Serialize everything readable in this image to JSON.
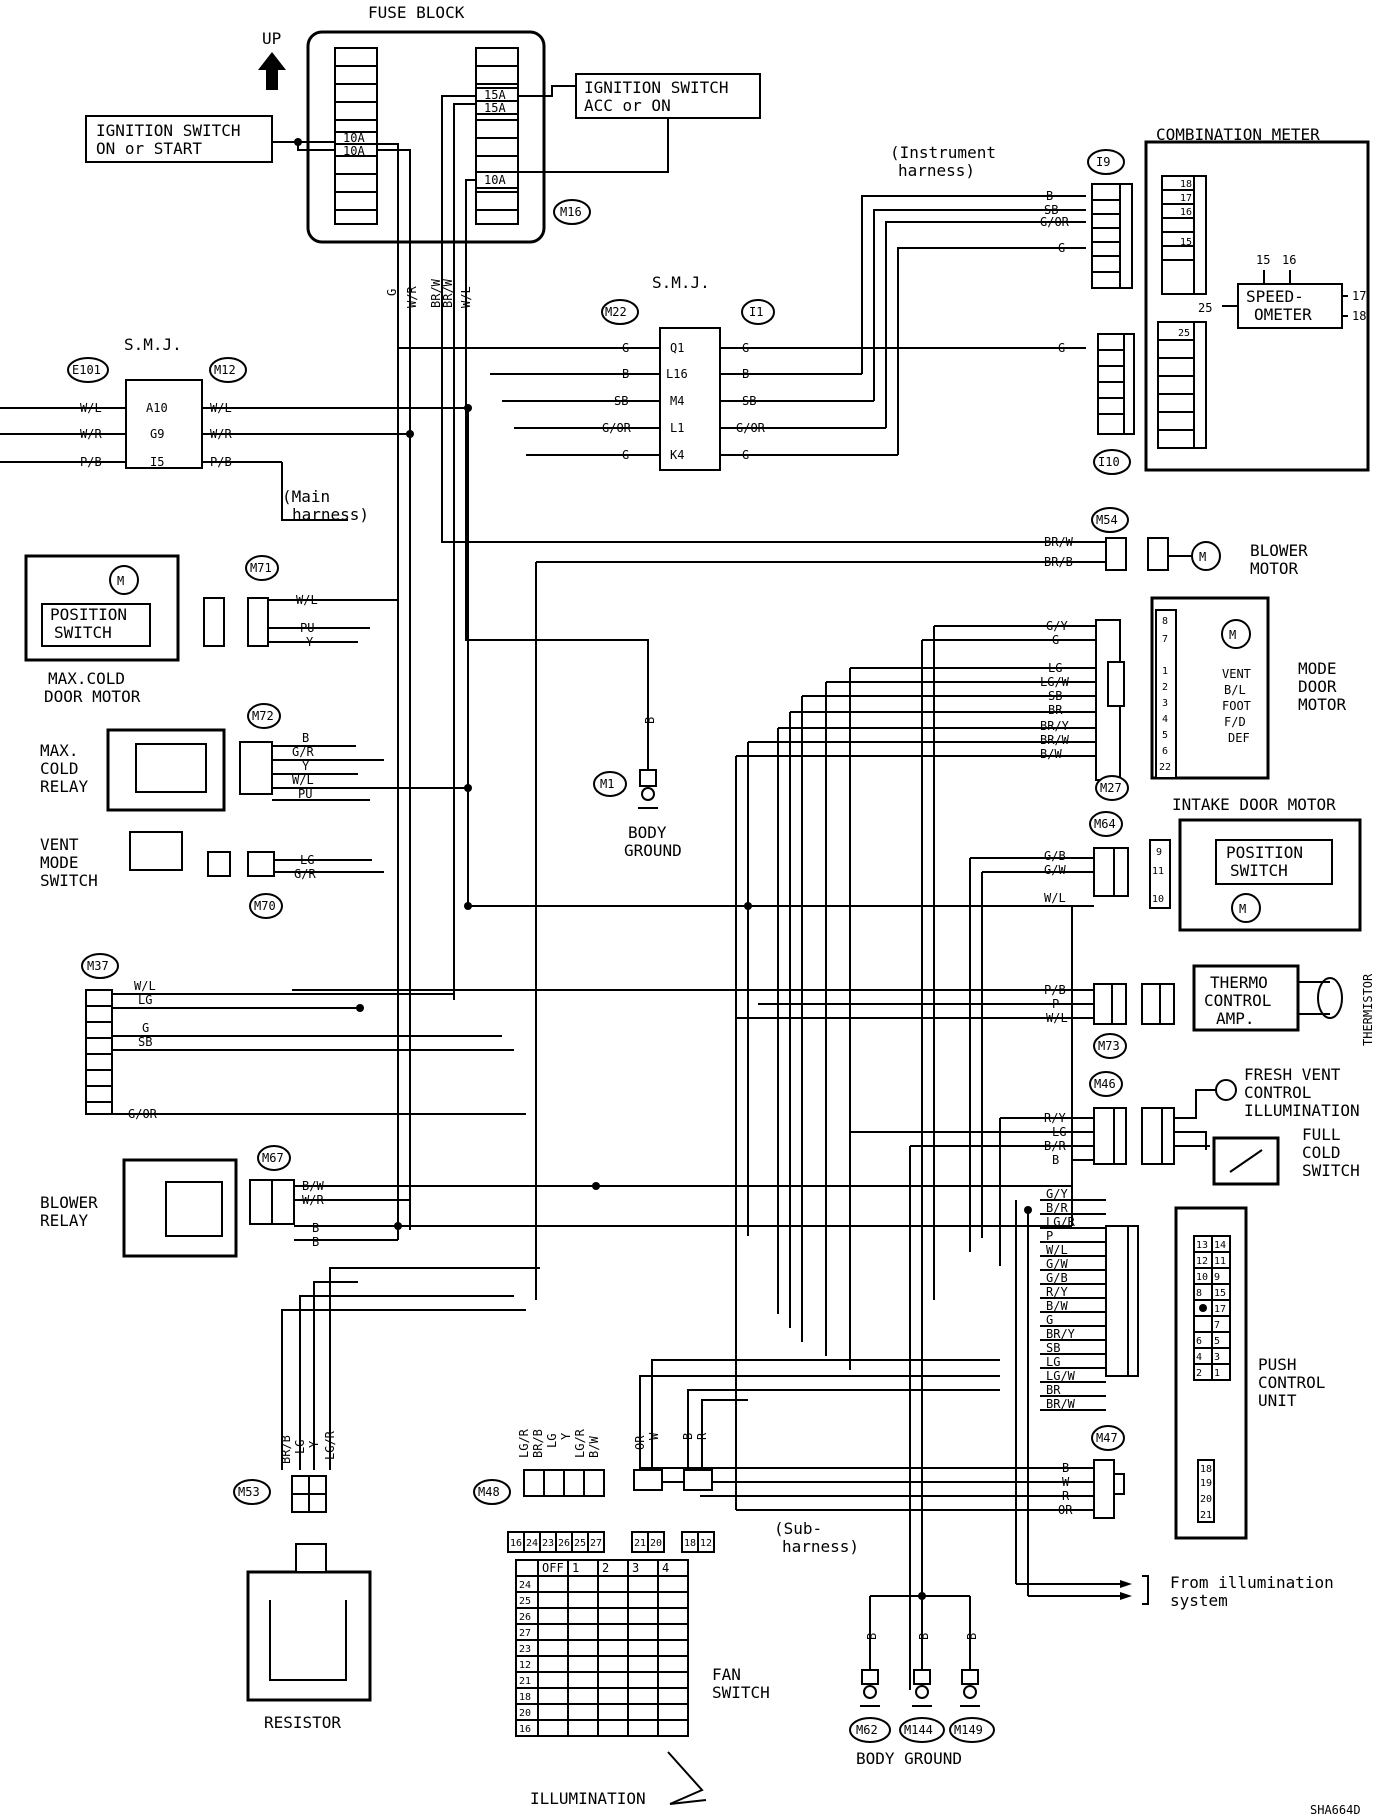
{
  "fuse_block": {
    "title": "FUSE BLOCK",
    "connector": "M16",
    "fuses": [
      "10A",
      "10A",
      "15A",
      "15A",
      "10A"
    ]
  },
  "up_label": "UP",
  "ign_on_start": [
    "IGNITION SWITCH",
    "ON or START"
  ],
  "ign_acc_on": [
    "IGNITION SWITCH",
    "ACC or ON"
  ],
  "instrument_harness": [
    "(Instrument",
    "harness)"
  ],
  "main_harness": [
    "(Main",
    "harness)"
  ],
  "sub_harness": [
    "(Sub-",
    "harness)"
  ],
  "smj_left": {
    "title": "S.M.J.",
    "conn_left": "E101",
    "conn_right": "M12",
    "rows": [
      {
        "left": "W/L",
        "pin": "A10",
        "right": "W/L"
      },
      {
        "left": "W/R",
        "pin": "G9",
        "right": "W/R"
      },
      {
        "left": "P/B",
        "pin": "I5",
        "right": "P/B"
      }
    ]
  },
  "smj_center": {
    "title": "S.M.J.",
    "conn_left": "M22",
    "conn_right": "I1",
    "rows": [
      {
        "left": "G",
        "pin": "Q1",
        "right": "G"
      },
      {
        "left": "B",
        "pin": "L16",
        "right": "B"
      },
      {
        "left": "SB",
        "pin": "M4",
        "right": "SB"
      },
      {
        "left": "G/OR",
        "pin": "L1",
        "right": "G/OR"
      },
      {
        "left": "G",
        "pin": "K4",
        "right": "G"
      }
    ]
  },
  "fuse_wires": [
    "G",
    "W/R",
    "BR/W",
    "BR/W",
    "W/L"
  ],
  "combination_meter": {
    "title": "COMBINATION METER",
    "conn_top": "I9",
    "conn_bottom": "I10",
    "top_wires": [
      "B",
      "SB",
      "G/OR",
      "G"
    ],
    "bottom_wire": "G",
    "upper_pins": [
      "18",
      "17",
      "16",
      "15"
    ],
    "lower_pins": [
      "25"
    ],
    "speedo": [
      "SPEED-",
      "OMETER"
    ],
    "speedo_pins": [
      "15",
      "16",
      "25",
      "17",
      "18"
    ]
  },
  "max_cold_door_motor": {
    "label": [
      "MAX.COLD",
      "DOOR MOTOR"
    ],
    "switch": [
      "POSITION",
      "SWITCH"
    ],
    "connector": "M71",
    "wires": [
      "W/L",
      "PU",
      "Y"
    ]
  },
  "max_cold_relay": {
    "label": [
      "MAX.",
      "COLD",
      "RELAY"
    ],
    "connector": "M72",
    "wires": [
      "B",
      "G/R",
      "Y",
      "W/L",
      "PU"
    ]
  },
  "vent_mode_switch": {
    "label": [
      "VENT",
      "MODE",
      "SWITCH"
    ],
    "connector": "M70",
    "wires": [
      "LG",
      "G/R"
    ]
  },
  "m37": {
    "connector": "M37",
    "wires": [
      "W/L",
      "LG",
      "G",
      "SB",
      "G/OR"
    ]
  },
  "blower_relay": {
    "label": [
      "BLOWER",
      "RELAY"
    ],
    "connector": "M67",
    "wires": [
      "B/W",
      "W/R",
      "B",
      "B"
    ]
  },
  "body_ground_m1": {
    "connector": "M1",
    "wire": "B",
    "label": [
      "BODY",
      "GROUND"
    ]
  },
  "blower_motor": {
    "label": [
      "BLOWER",
      "MOTOR"
    ],
    "connector": "M54",
    "wires": [
      "BR/W",
      "BR/B"
    ]
  },
  "mode_door_motor": {
    "label": [
      "MODE",
      "DOOR",
      "MOTOR"
    ],
    "connector": "M27",
    "wires": [
      "G/Y",
      "G",
      "LG",
      "LG/W",
      "SB",
      "BR",
      "BR/Y",
      "BR/W",
      "B/W"
    ],
    "pins": [
      "8",
      "7",
      "1",
      "2",
      "3",
      "4",
      "5",
      "6",
      "22"
    ],
    "positions": [
      "VENT",
      "B/L",
      "FOOT",
      "F/D",
      "DEF"
    ]
  },
  "intake_door_motor": {
    "label": "INTAKE DOOR MOTOR",
    "switch": [
      "POSITION",
      "SWITCH"
    ],
    "connector": "M64",
    "wires": [
      "G/B",
      "G/W",
      "W/L"
    ],
    "pins": [
      "9",
      "11",
      "10"
    ]
  },
  "thermo_control_amp": {
    "label": [
      "THERMO",
      "CONTROL",
      "AMP."
    ],
    "thermistor": "THERMISTOR",
    "connector": "M73",
    "wires": [
      "P/B",
      "P",
      "W/L"
    ]
  },
  "fresh_vent": {
    "label": [
      "FRESH VENT",
      "CONTROL",
      "ILLUMINATION"
    ],
    "switch": [
      "FULL",
      "COLD",
      "SWITCH"
    ],
    "connector": "M46",
    "wires": [
      "R/Y",
      "LG",
      "B/R",
      "B"
    ]
  },
  "push_control_unit": {
    "label": [
      "PUSH",
      "CONTROL",
      "UNIT"
    ],
    "connector": "M47",
    "wires": [
      "G/Y",
      "B/R",
      "LG/R",
      "P",
      "W/L",
      "G/W",
      "G/B",
      "R/Y",
      "B/W",
      "G",
      "BR/Y",
      "SB",
      "LG",
      "LG/W",
      "BR",
      "BR/W"
    ],
    "wires2": [
      "B",
      "W",
      "R",
      "OR"
    ],
    "pin_grid": [
      [
        "13",
        "14"
      ],
      [
        "12",
        "11"
      ],
      [
        "10",
        "9"
      ],
      [
        "8",
        "15"
      ],
      [
        "",
        "17"
      ],
      [
        "",
        "7"
      ],
      [
        "6",
        "5"
      ],
      [
        "4",
        "3"
      ],
      [
        "2",
        "1"
      ]
    ],
    "lower_pins": [
      "18",
      "19",
      "20",
      "21"
    ]
  },
  "resistor": {
    "label": "RESISTOR",
    "connector": "M53",
    "wires": [
      "BR/B",
      "LG",
      "Y",
      "LG/R"
    ]
  },
  "fan_switch": {
    "label": [
      "FAN",
      "SWITCH"
    ],
    "connector": "M48",
    "wires": [
      "LG/R",
      "BR/B",
      "LG",
      "Y",
      "LG/R",
      "B/W"
    ],
    "wires2": [
      "OR",
      "W"
    ],
    "wires3": [
      "B",
      "R"
    ],
    "columns": [
      "OFF",
      "1",
      "2",
      "3",
      "4"
    ],
    "rows": [
      "24",
      "25",
      "26",
      "27",
      "23",
      "12",
      "21",
      "18",
      "20",
      "16"
    ],
    "term_a": [
      "16",
      "24",
      "23",
      "26",
      "25",
      "27"
    ],
    "term_b": [
      "21",
      "20"
    ],
    "term_c": [
      "18",
      "12"
    ],
    "illumination": "ILLUMINATION"
  },
  "body_ground_bottom": {
    "label": "BODY GROUND",
    "connectors": [
      "M62",
      "M144",
      "M149"
    ],
    "wires": [
      "B",
      "B",
      "B"
    ]
  },
  "from_illumination": [
    "From illumination",
    "system"
  ],
  "figure_code": "SHA664D"
}
